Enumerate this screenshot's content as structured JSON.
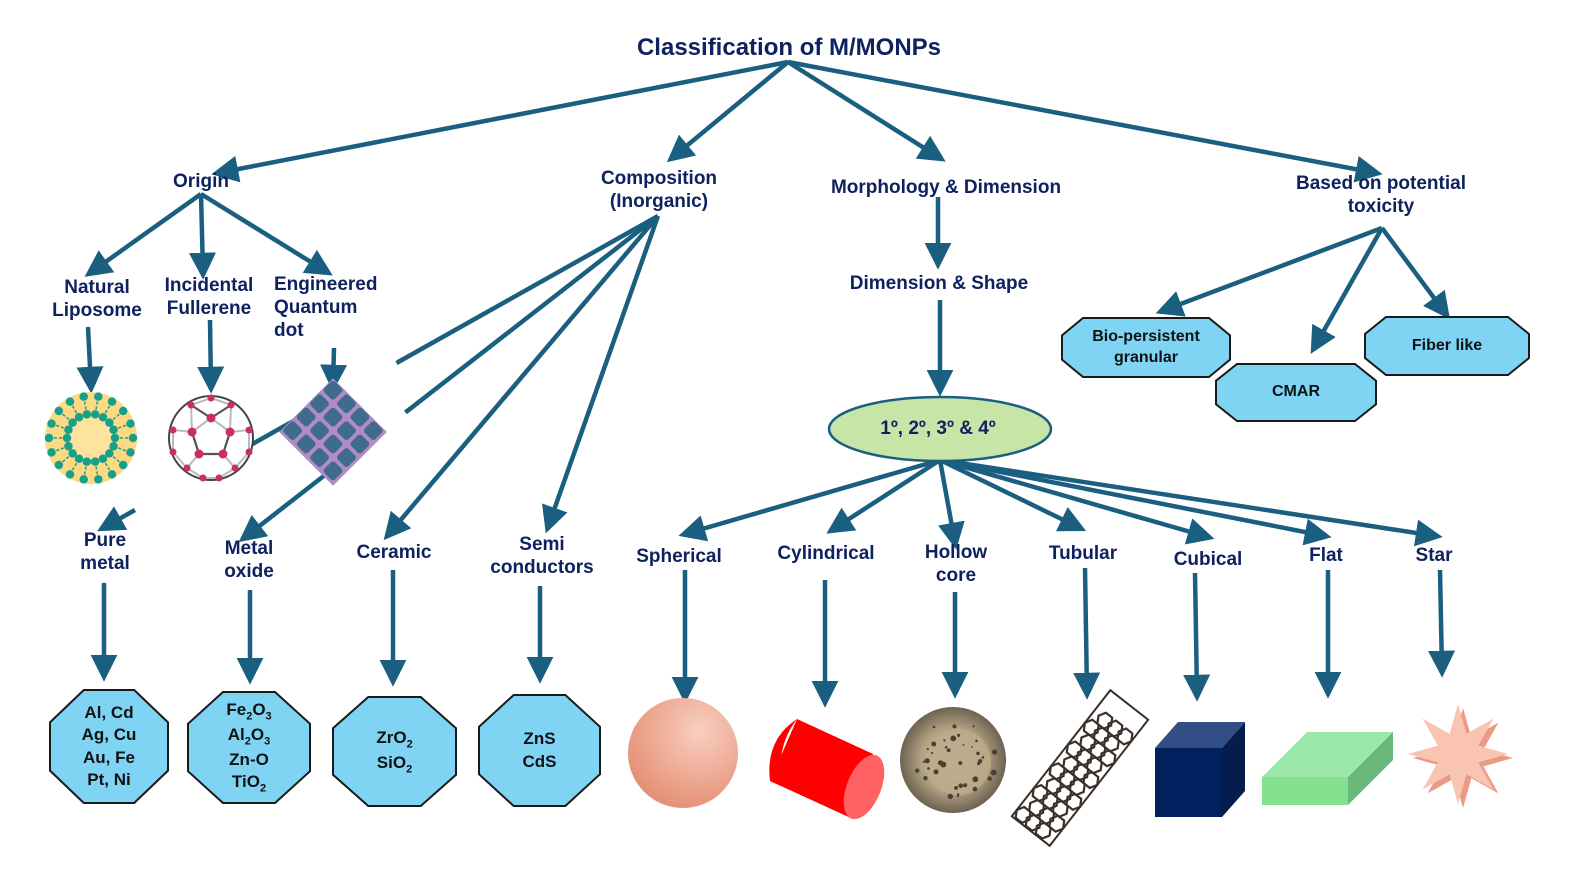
{
  "title": "Classification of M/MONPs",
  "colors": {
    "arrow": "#1b5f80",
    "text": "#0f2260",
    "box_fill": "#7fd4f4",
    "ellipse_fill": "#c8e5a8"
  },
  "categories": {
    "origin": {
      "label": "Origin",
      "children": [
        {
          "label": "Natural\nLiposome",
          "icon": "liposome-icon"
        },
        {
          "label": "Incidental\nFullerene",
          "icon": "fullerene-icon"
        },
        {
          "label": "Engineered\nQuantum\ndot",
          "icon": "quantum-dot-icon"
        }
      ]
    },
    "composition": {
      "label": "Composition\n(Inorganic)",
      "children": [
        {
          "label": "Pure\nmetal",
          "examples": [
            "Al, Cd",
            "Ag, Cu",
            "Au, Fe",
            "Pt, Ni"
          ]
        },
        {
          "label": "Metal\noxide",
          "examples": [
            "Fe₂O₃",
            "Al₂O₃",
            "Zn-O",
            "TiO₂"
          ]
        },
        {
          "label": "Ceramic",
          "examples": [
            "ZrO₂",
            "SiO₂"
          ]
        },
        {
          "label": "Semi\nconductors",
          "examples": [
            "ZnS",
            "CdS"
          ]
        }
      ]
    },
    "morphology": {
      "label": "Morphology & Dimension",
      "sub": "Dimension & Shape",
      "degree": "1º, 2º, 3º & 4º",
      "shapes": [
        {
          "label": "Spherical",
          "icon": "sphere-icon"
        },
        {
          "label": "Cylindrical",
          "icon": "cylinder-icon"
        },
        {
          "label": "Hollow\ncore",
          "icon": "hollow-core-icon"
        },
        {
          "label": "Tubular",
          "icon": "nanotube-icon"
        },
        {
          "label": "Cubical",
          "icon": "cube-icon"
        },
        {
          "label": "Flat",
          "icon": "flat-slab-icon"
        },
        {
          "label": "Star",
          "icon": "star-icon"
        }
      ]
    },
    "toxicity": {
      "label": "Based on potential\ntoxicity",
      "children": [
        {
          "label": "Bio-persistent\ngranular"
        },
        {
          "label": "CMAR"
        },
        {
          "label": "Fiber like"
        }
      ]
    }
  }
}
